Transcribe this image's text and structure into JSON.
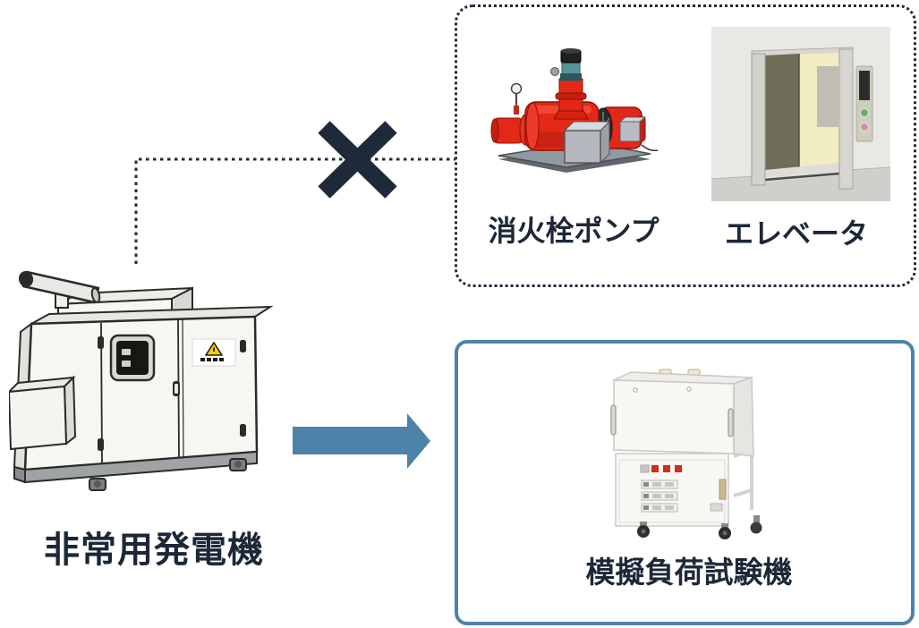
{
  "diagram": {
    "source": {
      "label": "非常用発電機"
    },
    "prohibited_group": {
      "border_style": "dashed",
      "items": [
        {
          "label": "消火栓ポンプ",
          "icon": "fire-pump"
        },
        {
          "label": "エレベータ",
          "icon": "elevator"
        }
      ]
    },
    "allowed_group": {
      "border_style": "solid",
      "items": [
        {
          "label": "模擬負荷試験機",
          "icon": "load-bank-tester"
        }
      ]
    },
    "connector": {
      "style": "dotted",
      "blocked_marker": "x-cross"
    },
    "colors": {
      "ink_navy": "#1e2a3a",
      "accent_blue": "#4d82a8",
      "pump_red": "#e32817",
      "warning_yellow": "#f2d400"
    }
  }
}
